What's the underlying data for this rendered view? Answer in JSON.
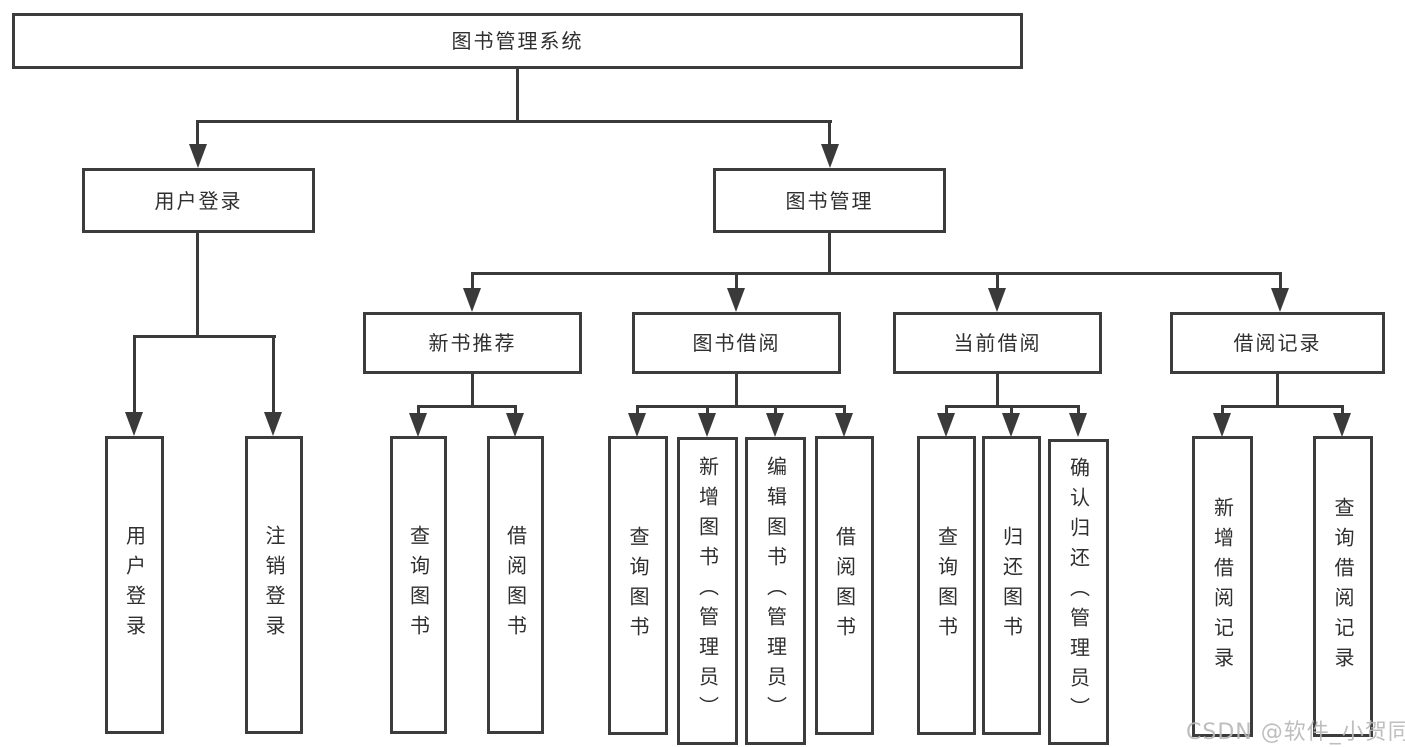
{
  "diagram": {
    "type": "tree",
    "colors": {
      "line": "#3a3a3a",
      "border": "#3c3c3c",
      "text": "#2f2f2f",
      "background": "#ffffff",
      "watermark": "#b9b9b9"
    },
    "tree": {
      "root": "图书管理系统",
      "level2": [
        "用户登录",
        "图书管理"
      ],
      "level3": [
        "新书推荐",
        "图书借阅",
        "当前借阅",
        "借阅记录"
      ],
      "leaves": {
        "user": [
          "用户登录",
          "注销登录"
        ],
        "recommend": [
          "查询图书",
          "借阅图书"
        ],
        "borrow": [
          "查询图书",
          "新增图书（管理员）",
          "编辑图书（管理员）",
          "借阅图书"
        ],
        "current": [
          "查询图书",
          "归还图书",
          "确认归还（管理员）"
        ],
        "record": [
          "新增借阅记录",
          "查询借阅记录"
        ]
      }
    },
    "watermark": "CSDN @软件_小贺同学"
  }
}
